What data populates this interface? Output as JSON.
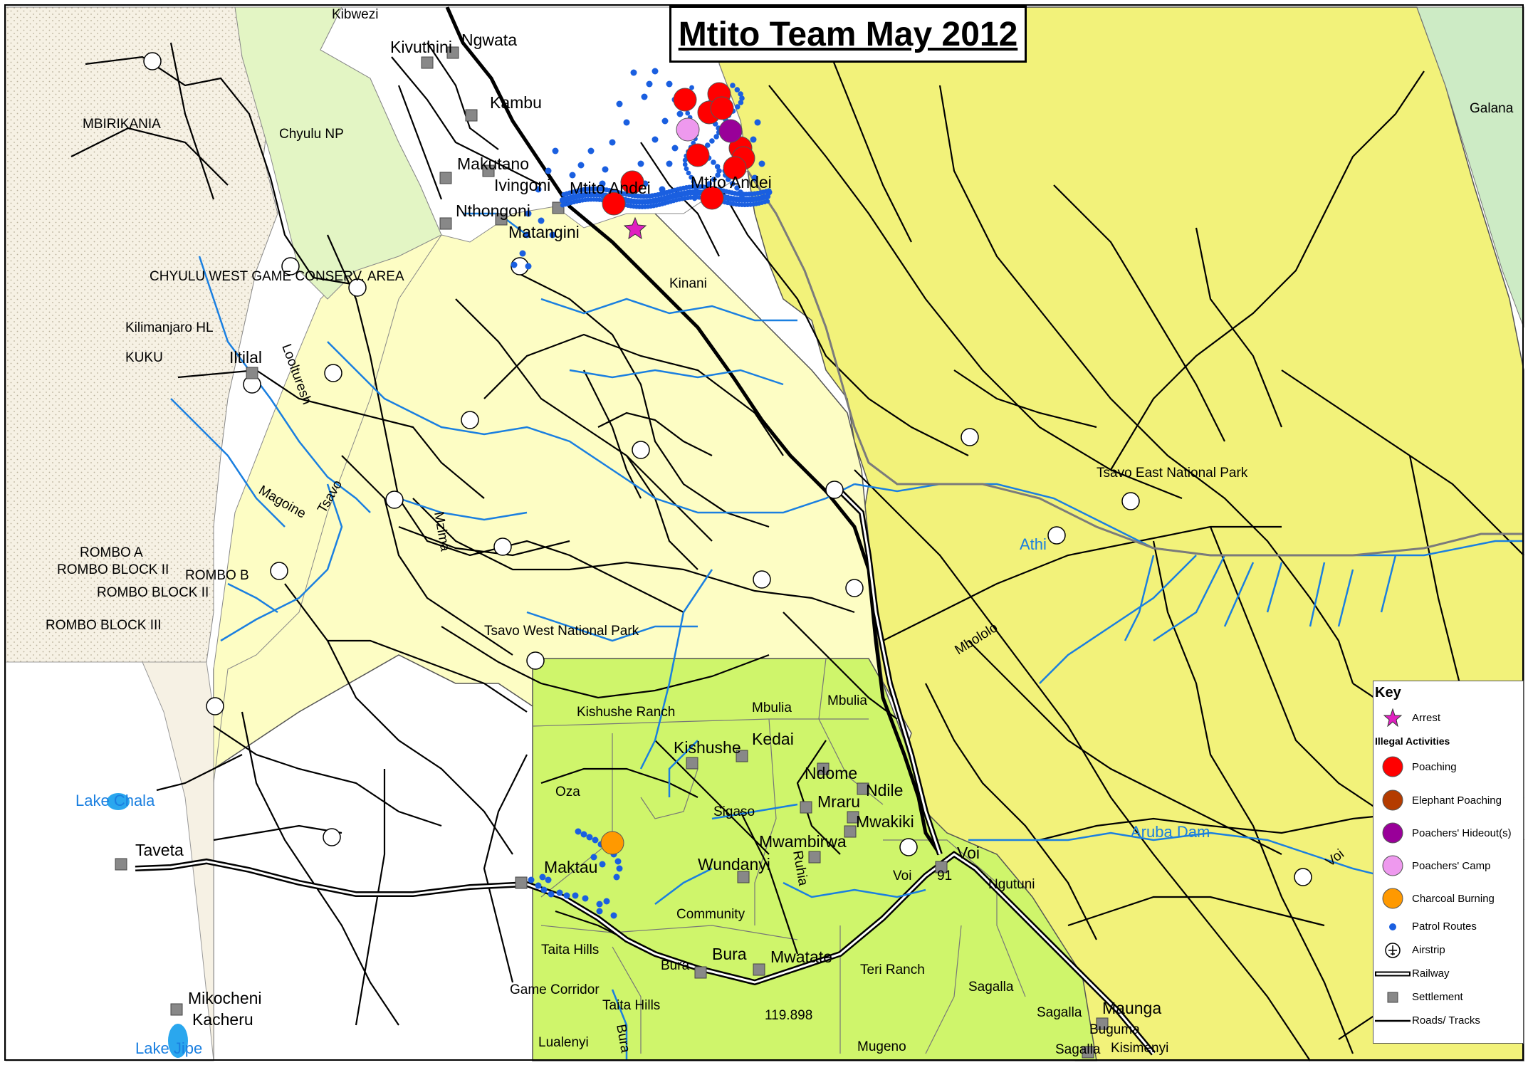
{
  "title": "Mtito Team May 2012",
  "key": {
    "heading": "Key",
    "arrest": "Arrest",
    "illegal_heading": "Illegal Activities",
    "poaching": "Poaching",
    "elephant_poaching": "Elephant Poaching",
    "hideout": "Poachers' Hideout(s)",
    "camp": "Poachers' Camp",
    "charcoal": "Charcoal Burning",
    "patrol": "Patrol Routes",
    "airstrip": "Airstrip",
    "railway": "Railway",
    "settlement": "Settlement",
    "roads": "Roads/ Tracks"
  },
  "colors": {
    "tsavo_east": "#f2f27a",
    "tsavo_west": "#fdfdc4",
    "taita": "#cff56b",
    "chyulu": "#e3f5c4",
    "galana": "#cdebc5",
    "dotted_area": "#f6f1e4",
    "river": "#1a7fe0",
    "poaching": "#ff0000",
    "hideout": "#990099",
    "camp": "#ee99ee",
    "charcoal": "#ff9900",
    "elephant": "#b43c00",
    "patrol": "#1a5fe0",
    "arrest": "#e020c0"
  },
  "places": {
    "kibwezi": "Kibwezi",
    "kivuthini": "Kivuthini",
    "ngwata": "Ngwata",
    "kambu": "Kambu",
    "mbirikania": "MBIRIKANIA",
    "chyulu_np": "Chyulu NP",
    "makutano": "Makutano",
    "ivingoni": "Ivingoni",
    "mtito_andei_1": "Mtito Andei",
    "mtito_andei_2": "Mtito Andei",
    "nthongoni": "Nthongoni",
    "matangini": "Matangini",
    "chyulu_west": "CHYULU WEST GAME CONSERV. AREA",
    "kilimanjaro_hl": "Kilimanjaro HL",
    "kuku": "KUKU",
    "iltilal": "Iltilal",
    "loolturesh": "Loolturesh",
    "kinani": "Kinani",
    "galana": "Galana",
    "tsavo_east": "Tsavo East National Park",
    "magoine": "Magoine",
    "tsavo_river": "Tsavo",
    "mzima": "Mzima",
    "athi": "Athi",
    "rombo_a": "ROMBO A",
    "rombo_block_ii_a": "ROMBO BLOCK II",
    "rombo_b": "ROMBO B",
    "rombo_block_ii_b": "ROMBO BLOCK II",
    "rombo_block_iii": "ROMBO BLOCK III",
    "tsavo_west": "Tsavo West National Park",
    "mbololo": "Mbololo",
    "kishushe_ranch": "Kishushe Ranch",
    "mbulia_1": "Mbulia",
    "mbulia_2": "Mbulia",
    "kishushe": "Kishushe",
    "kedai": "Kedai",
    "ndome": "Ndome",
    "ndile": "Ndile",
    "mraru": "Mraru",
    "mwakiki": "Mwakiki",
    "oza": "Oza",
    "sigaso": "Sigaso",
    "mwambirwa": "Mwambirwa",
    "lake_chala": "Lake Chala",
    "taveta": "Taveta",
    "maktau": "Maktau",
    "wundanyi": "Wundanyi",
    "ruhia": "Ruhia",
    "voi": "Voi",
    "voi_label": "Voi",
    "ngutuni": "Ngutuni",
    "aruba_dam": "Aruba Dam",
    "voi_river": "Voi",
    "community": "Community",
    "taita_hills_1": "Taita Hills",
    "taita_hills_2": "Taita Hills",
    "game_corridor": "Game Corridor",
    "bura_1": "Bura",
    "bura_2": "Bura",
    "bura_river": "Bura",
    "mwatate": "Mwatate",
    "teri_ranch": "Teri Ranch",
    "sagalla_1": "Sagalla",
    "sagalla_2": "Sagalla",
    "sagalla_3": "Sagalla",
    "maunga": "Maunga",
    "buguma": "Buguma",
    "kisimenyi": "Kisimenyi",
    "mikocheni": "Mikocheni",
    "kacheru": "Kacheru",
    "lake_jipe": "Lake Jipe",
    "lualenyi": "Lualenyi",
    "mugeno": "Mugeno",
    "elev": "119.898",
    "voi_elev": "91"
  }
}
